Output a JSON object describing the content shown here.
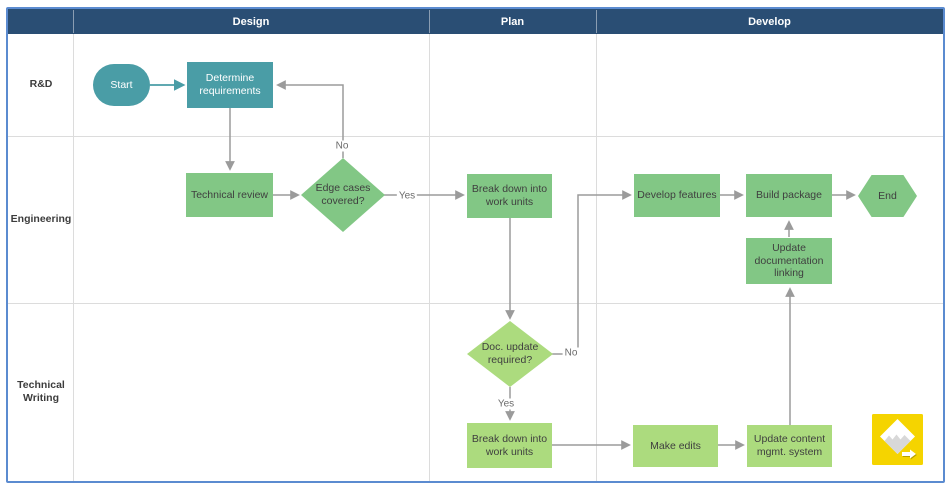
{
  "diagram": {
    "phases": [
      {
        "label": "Design"
      },
      {
        "label": "Plan"
      },
      {
        "label": "Develop"
      }
    ],
    "lanes": [
      {
        "label": "R&D"
      },
      {
        "label": "Engineering"
      },
      {
        "label": "Technical Writing"
      }
    ],
    "nodes": {
      "start": {
        "label": "Start",
        "type": "terminator"
      },
      "determine_requirements": {
        "label": "Determine requirements",
        "type": "process"
      },
      "technical_review": {
        "label": "Technical review",
        "type": "process"
      },
      "edge_cases_covered": {
        "label": "Edge cases covered?",
        "type": "decision"
      },
      "break_down_work_units_eng": {
        "label": "Break down into work units",
        "type": "process"
      },
      "develop_features": {
        "label": "Develop features",
        "type": "process"
      },
      "build_package": {
        "label": "Build package",
        "type": "process"
      },
      "end": {
        "label": "End",
        "type": "terminator"
      },
      "update_documentation_linking": {
        "label": "Update documentation linking",
        "type": "process"
      },
      "doc_update_required": {
        "label": "Doc. update required?",
        "type": "decision"
      },
      "break_down_work_units_tw": {
        "label": "Break down into work units",
        "type": "process"
      },
      "make_edits": {
        "label": "Make edits",
        "type": "process"
      },
      "update_content_mgmt_system": {
        "label": "Update content mgmt. system",
        "type": "process"
      }
    },
    "edge_labels": {
      "edge_cases_no": "No",
      "edge_cases_yes": "Yes",
      "doc_update_no": "No",
      "doc_update_yes": "Yes"
    },
    "icons": {
      "watermark": "diagram-app-logo"
    },
    "colors": {
      "header_bg": "#2a4e74",
      "header_text": "#ffffff",
      "frame_border": "#5b8bd0",
      "grid_line": "#dcdcdc",
      "lane_text": "#3c3c3c",
      "shape_text": "#3f3f3f",
      "teal": "#4a9da6",
      "green": "#82c785",
      "light_green": "#acdb7e",
      "arrow": "#9b9b9b",
      "logo_yellow": "#f5d400"
    }
  }
}
